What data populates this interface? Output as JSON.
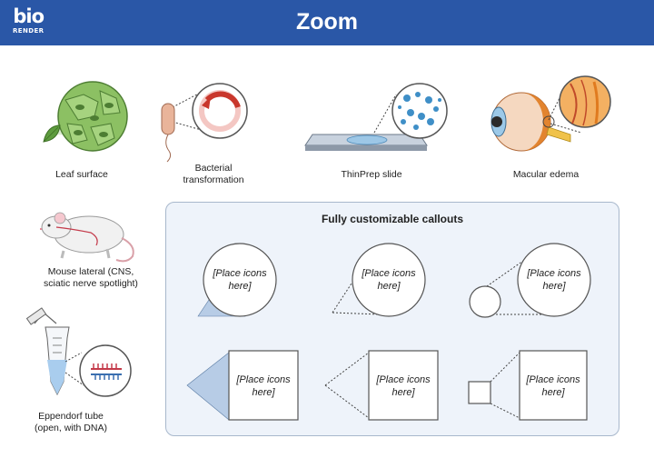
{
  "header": {
    "logo_top": "bio",
    "logo_bottom": "RENDER",
    "title": "Zoom"
  },
  "icons": [
    {
      "label": "Leaf surface"
    },
    {
      "label": "Bacterial transformation"
    },
    {
      "label": "ThinPrep slide"
    },
    {
      "label": "Macular edema"
    },
    {
      "label": "Mouse lateral (CNS, sciatic nerve spotlight)"
    },
    {
      "label": "Eppendorf tube (open, with DNA)"
    }
  ],
  "callouts": {
    "title": "Fully customizable callouts",
    "placeholder_line1": "[Place icons",
    "placeholder_line2": "here]"
  },
  "colors": {
    "header": "#2a57a7",
    "panel": "#eef3fa",
    "callout_fill": "#b7cce6",
    "leaf": "#6aa84f",
    "cells": "#3f8fc7",
    "eye": "#e07b1f"
  }
}
